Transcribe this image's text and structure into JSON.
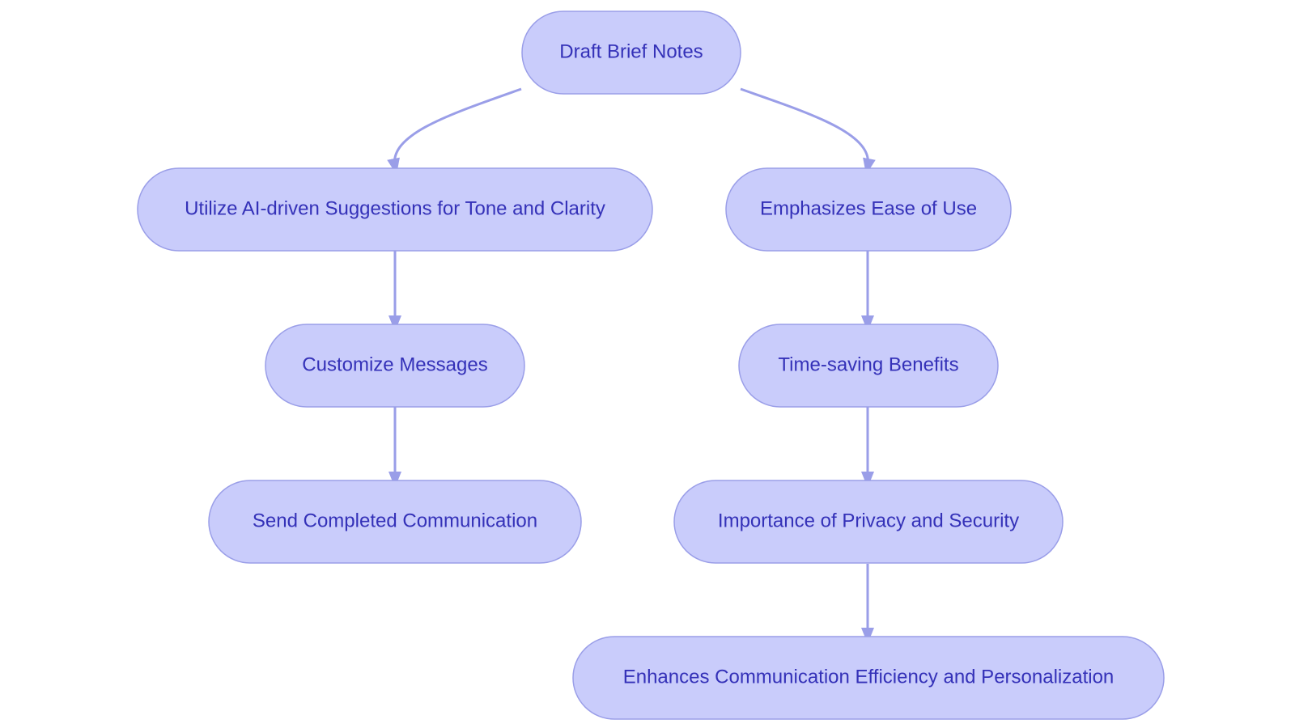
{
  "colors": {
    "node_fill": "#c9ccfb",
    "node_stroke": "#9a9ee8",
    "edge": "#9a9ee8",
    "text": "#3431b8"
  },
  "nodes": {
    "draft_brief_notes": "Draft Brief Notes",
    "utilize_ai_suggestions": "Utilize AI-driven Suggestions for Tone and Clarity",
    "customize_messages": "Customize Messages",
    "send_completed_communication": "Send Completed Communication",
    "emphasizes_ease_of_use": "Emphasizes Ease of Use",
    "time_saving_benefits": "Time-saving Benefits",
    "importance_privacy_security": "Importance of Privacy and Security",
    "enhances_efficiency_personalization": "Enhances Communication Efficiency and Personalization"
  },
  "edges": [
    {
      "from": "draft_brief_notes",
      "to": "utilize_ai_suggestions"
    },
    {
      "from": "draft_brief_notes",
      "to": "emphasizes_ease_of_use"
    },
    {
      "from": "utilize_ai_suggestions",
      "to": "customize_messages"
    },
    {
      "from": "customize_messages",
      "to": "send_completed_communication"
    },
    {
      "from": "emphasizes_ease_of_use",
      "to": "time_saving_benefits"
    },
    {
      "from": "time_saving_benefits",
      "to": "importance_privacy_security"
    },
    {
      "from": "importance_privacy_security",
      "to": "enhances_efficiency_personalization"
    }
  ]
}
